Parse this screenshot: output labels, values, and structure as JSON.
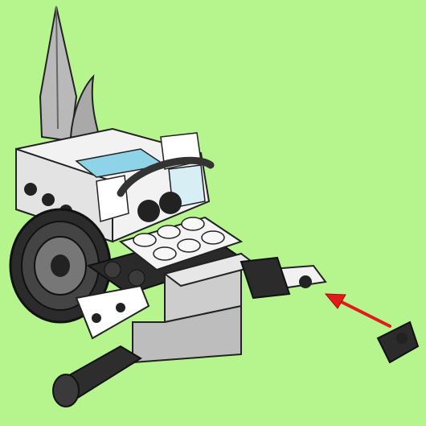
{
  "scene": {
    "subject": "building-step-illustration",
    "colors": {
      "background": "#b6f58e",
      "white_brick": "#f2f2f2",
      "light_gray": "#c9c9c9",
      "mid_gray": "#9a9a9a",
      "dark_gray": "#3a3a3a",
      "black": "#111111",
      "accent_blue": "#8fd3e8",
      "arrow_red": "#e01b1b"
    },
    "icons": [
      "horn-piece",
      "fin-piece",
      "steering-wheel",
      "wheel-tire",
      "axle-pin",
      "insert-arrow"
    ]
  }
}
